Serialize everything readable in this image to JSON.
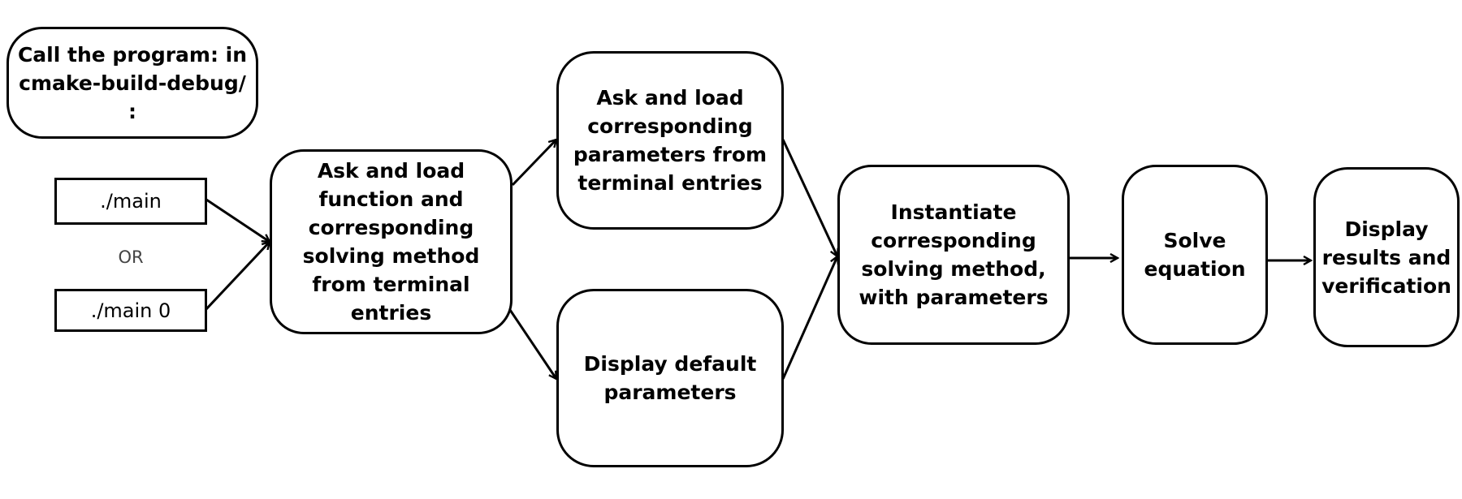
{
  "nodes": {
    "call": "Call the program: in cmake-build-debug/ :",
    "cmd_main": "./main",
    "or": "OR",
    "cmd_main0": "./main 0",
    "ask_function": "Ask and load function and corresponding solving method from terminal entries",
    "ask_params": "Ask and load corresponding parameters from terminal entries",
    "display_default": "Display default parameters",
    "instantiate": "Instantiate corresponding solving method, with parameters",
    "solve": "Solve equation",
    "display_results": "Display results and verification"
  }
}
